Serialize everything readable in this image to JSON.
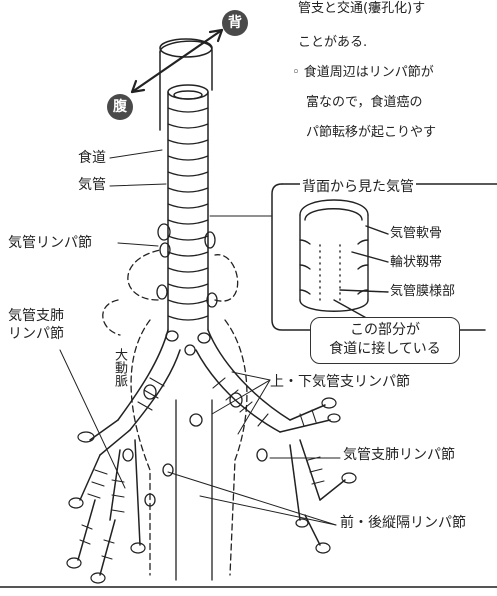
{
  "top_text": {
    "line1": "管支と交通(瘻孔化)す",
    "line2": "ことがある.",
    "bullet_line1": "◦ 食道周辺はリンパ節が",
    "bullet_line2": "富なので，食道癌の",
    "bullet_line3": "パ節転移が起こりやす"
  },
  "direction": {
    "dorsal": "背",
    "ventral": "腹"
  },
  "labels": {
    "esophagus": "食道",
    "trachea": "気管",
    "tracheal_ln": "気管リンパ節",
    "tracheobronchial_ln_left_1": "気管支肺",
    "tracheobronchial_ln_left_2": "リンパ節",
    "aorta": "大動脈",
    "upper_lower_bronchial_ln": "上・下気管支リンパ節",
    "bronchopulmonary_ln_right": "気管支肺リンパ節",
    "mediastinal_ln": "前・後縦隔リンパ節"
  },
  "inset": {
    "title": "背面から見た気管",
    "cartilage": "気管軟骨",
    "annular_ligament": "輪状靱帯",
    "membranous_part": "気管膜様部",
    "callout_line1": "この部分が",
    "callout_line2": "食道に接している"
  },
  "colors": {
    "ink": "#222222",
    "circle": "#4a4a4a"
  }
}
